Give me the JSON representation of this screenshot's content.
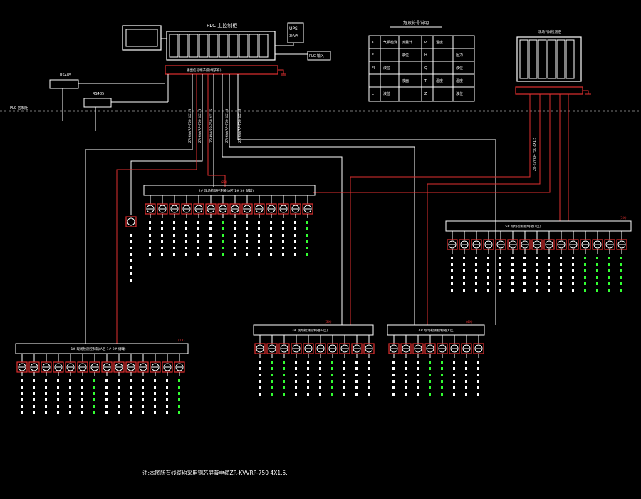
{
  "plc": {
    "title": "PLC 主控制柜",
    "ups": "UPS",
    "ups_sub": "3kVA"
  },
  "legend_title": "危及符号说明",
  "legend_rows": [
    [
      "K",
      "气相检测",
      "流量计",
      "P",
      "温度",
      ""
    ],
    [
      "F",
      "",
      "液位",
      "H",
      "",
      "压力"
    ],
    [
      "Fl",
      "液位",
      "",
      "Q",
      "",
      "液位"
    ],
    [
      "l",
      "",
      "液面",
      "T",
      "温度",
      "温度"
    ],
    [
      "L",
      "液位",
      "",
      "Z",
      "",
      "液位"
    ]
  ],
  "rs485_a": "RS485",
  "rs485_b": "RS485",
  "plc_in": "PLC 输入",
  "dashed_label": "PLC 控制柜",
  "cable_note": "注:本图所有线缆均采用铜芯屏蔽电缆ZR-KVVRP-750 4X1.5.",
  "boxes": {
    "box2": {
      "label": "2# 现场检测控制箱(A区 1# 3# 储罐)",
      "tag": "(2X)"
    },
    "box5": {
      "label": "5# 现场检测控制箱(T区)",
      "tag": "(5X)"
    },
    "box1": {
      "label": "1# 现场检测控制箱(A区 1# 2# 储罐)",
      "tag": "(1X)"
    },
    "box3": {
      "label": "3# 现场检测控制箱(B区)",
      "tag": "(3X)"
    },
    "box4": {
      "label": "4# 现场检测控制箱(C区)",
      "tag": "(4X)"
    }
  },
  "cable_labels": [
    "ZR-KVVRP-750 4X1.5",
    "ZR-KVVRP-750 4X1.5",
    "ZR-KVVRP-750 4X1.5",
    "ZR-KVVRP-750 4X1.5",
    "ZR-KVVRP-750 4X1.5",
    "ZR-KVVRP-750 4X1.5"
  ],
  "right_cabinet_title": "现场气体检测柜"
}
